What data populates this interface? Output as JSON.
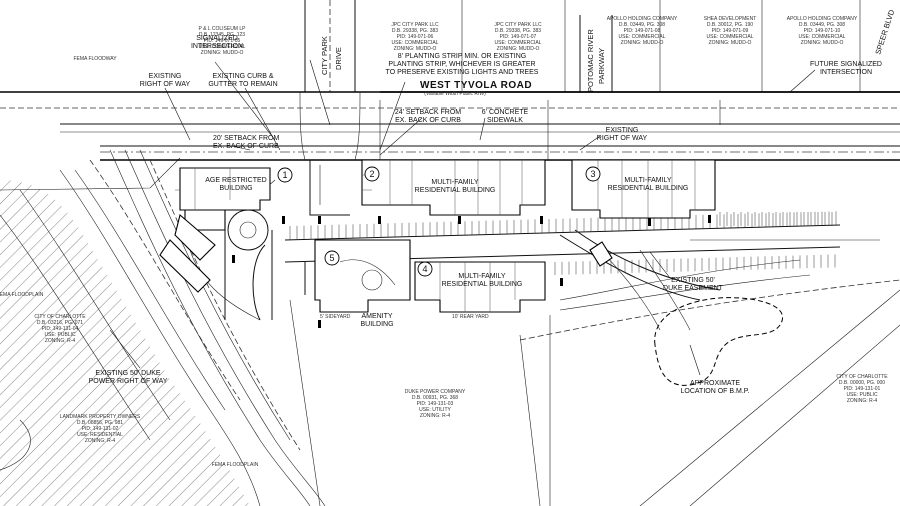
{
  "roads": {
    "tyvola": "WEST TYVOLA ROAD",
    "tyvola_sub": "(Variable Width Public R/W)",
    "city_park_1": "CITY PARK",
    "city_park_2": "DRIVE",
    "potomac_1": "POTOMAC RIVER",
    "potomac_2": "PARKWAY",
    "speer": "SPEER BLVD"
  },
  "callouts": {
    "signalized_1": "SIGNALIZED",
    "signalized_2": "INTERSECTION",
    "row_1": "EXISTING",
    "row_2": "RIGHT OF WAY",
    "curb_1": "EXISTING CURB &",
    "curb_2": "GUTTER TO REMAIN",
    "setback20_1": "20' SETBACK FROM",
    "setback20_2": "EX. BACK OF CURB",
    "planting_1": "8' PLANTING STRIP MIN. OR EXISTING",
    "planting_2": "PLANTING STRIP, WHICHEVER IS GREATER",
    "planting_3": "TO PRESERVE EXISTING LIGHTS AND TREES",
    "setback24_1": "24' SETBACK FROM",
    "setback24_2": "EX. BACK OF CURB",
    "sidewalk_1": "6' CONCRETE",
    "sidewalk_2": "SIDEWALK",
    "row_e_1": "EXISTING",
    "row_e_2": "RIGHT OF WAY",
    "future_1": "FUTURE SIGNALIZED",
    "future_2": "INTERSECTION",
    "sideyard": "5' SIDEYARD",
    "rearyard": "10' REAR YARD",
    "duke_e_1": "EXISTING 50'",
    "duke_e_2": "DUKE EASEMENT",
    "duke_w_1": "EXISTING 50' DUKE",
    "duke_w_2": "POWER RIGHT OF WAY",
    "bmp_1": "APPROXIMATE",
    "bmp_2": "LOCATION OF B.M.P."
  },
  "buildings": [
    {
      "num": "1",
      "label_1": "AGE RESTRICTED",
      "label_2": "BUILDING"
    },
    {
      "num": "2",
      "label_1": "MULTI-FAMILY",
      "label_2": "RESIDENTIAL BUILDING"
    },
    {
      "num": "3",
      "label_1": "MULTI-FAMILY",
      "label_2": "RESIDENTIAL BUILDING"
    },
    {
      "num": "4",
      "label_1": "MULTI-FAMILY",
      "label_2": "RESIDENTIAL BUILDING"
    },
    {
      "num": "5",
      "label_1": "AMENITY",
      "label_2": "BUILDING"
    }
  ],
  "parcels": {
    "p1": [
      "P & L COLISEUM LP",
      "D.B. 12345, PG. 123",
      "PID: 149-071-05",
      "USE: COMMERCIAL",
      "ZONING: MUDD-O"
    ],
    "p2": [
      "JPC CITY PARK LLC",
      "D.B. 29338, PG. 383",
      "PID: 149-071-06",
      "USE: COMMERCIAL",
      "ZONING: MUDD-O"
    ],
    "p3": [
      "JPC CITY PARK LLC",
      "D.B. 29338, PG. 383",
      "PID: 149-071-07",
      "USE: COMMERCIAL",
      "ZONING: MUDD-O"
    ],
    "p4": [
      "APOLLO HOLDING COMPANY",
      "D.B. 03449, PG. 308",
      "PID: 149-071-08",
      "USE: COMMERCIAL",
      "ZONING: MUDD-O"
    ],
    "p5": [
      "SHEA DEVELOPMENT",
      "D.B. 30012, PG. 190",
      "PID: 149-071-09",
      "USE: COMMERCIAL",
      "ZONING: MUDD-O"
    ],
    "p6": [
      "APOLLO HOLDING COMPANY",
      "D.B. 03449, PG. 308",
      "PID: 149-071-10",
      "USE: COMMERCIAL",
      "ZONING: MUDD-O"
    ],
    "p7": [
      "CITY OF CHARLOTTE",
      "D.B. 00000, PG. 000",
      "PID: 149-131-01",
      "USE: PUBLIC",
      "ZONING: R-4"
    ],
    "p8": [
      "DUKE POWER COMPANY",
      "D.B. 00931, PG. 368",
      "PID: 149-131-03",
      "USE: UTILITY",
      "ZONING: R-4"
    ],
    "p9": [
      "LANDMARK PROPERTY OWNERS",
      "D.B. 08856, PG. 981",
      "PID: 149-131-02",
      "USE: RESIDENTIAL",
      "ZONING: R-4"
    ],
    "p10": [
      "CITY OF CHARLOTTE",
      "D.B. 03216, PG. 071",
      "PID: 149-131-04",
      "USE: PUBLIC",
      "ZONING: R-4"
    ],
    "p11": [
      "FEMA FLOODWAY"
    ],
    "p12": [
      "FEMA FLOODPLAIN"
    ]
  }
}
